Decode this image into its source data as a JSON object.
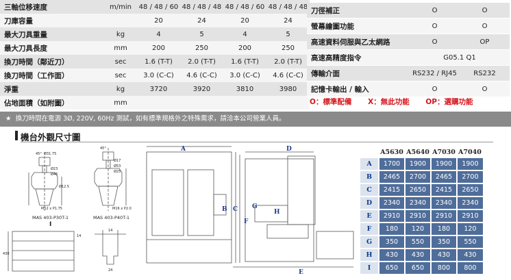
{
  "spec": {
    "rows": [
      {
        "label": "三軸位移速度",
        "unit": "m/min",
        "values": [
          "48 / 48 / 60",
          "48 / 48 / 48",
          "48 / 48 / 60",
          "48 / 48 / 48"
        ]
      },
      {
        "label": "刀庫容量",
        "unit": "",
        "values": [
          "20",
          "24",
          "20",
          "24"
        ]
      },
      {
        "label": "最大刀具重量",
        "unit": "kg",
        "values": [
          "4",
          "5",
          "4",
          "5"
        ]
      },
      {
        "label": "最大刀具長度",
        "unit": "mm",
        "values": [
          "200",
          "250",
          "200",
          "250"
        ]
      },
      {
        "label": "換刀時間（鄰近刀）",
        "unit": "sec",
        "values": [
          "1.6 (T-T)",
          "2.0 (T-T)",
          "1.6 (T-T)",
          "2.0 (T-T)"
        ]
      },
      {
        "label": "換刀時間（工作面）",
        "unit": "sec",
        "values": [
          "3.0 (C-C)",
          "4.6 (C-C)",
          "3.0 (C-C)",
          "4.6 (C-C)"
        ]
      },
      {
        "label": "淨重",
        "unit": "kg",
        "values": [
          "3720",
          "3920",
          "3810",
          "3980"
        ]
      },
      {
        "label": "佔地面積（如附圖）",
        "unit": "mm",
        "values": [
          "",
          "",
          "",
          ""
        ]
      }
    ]
  },
  "options": {
    "rows": [
      {
        "label": "刀徑補正",
        "values": [
          "O",
          "O"
        ]
      },
      {
        "label": "螢幕繪圖功能",
        "values": [
          "O",
          "O"
        ]
      },
      {
        "label": "高速資料伺服與乙太網路",
        "values": [
          "O",
          "OP"
        ]
      },
      {
        "label": "高速高精度指令",
        "span": "G05.1 Q1"
      },
      {
        "label": "傳輸介面",
        "values": [
          "RS232 / RJ45",
          "RS232"
        ]
      },
      {
        "label": "記憶卡輸出 / 輸入",
        "values": [
          "O",
          "O"
        ]
      }
    ],
    "legend": [
      "O：標準配備",
      "X：無此功能",
      "OP：選購功能"
    ]
  },
  "note": {
    "star": "★",
    "text": "換刀時間在電源 3Ø, 220V, 60Hz 測試，如有標準規格外之特殊需求，請洽本公司營業人員。"
  },
  "section_title": "機台外觀尺寸圖",
  "drawing": {
    "labels": {
      "holder1": "MAS 403-P30T-1",
      "holder2": "MAS 403-P40T-1",
      "roman1": "I",
      "A": "A",
      "B": "B",
      "C": "C",
      "D": "D",
      "E": "E",
      "F": "F",
      "G": "G",
      "H": "H",
      "d1": "45°",
      "d2": "Ø31.75",
      "d3": "Ø23",
      "d4": "Ø12.5",
      "d5": "Ø46",
      "d6": "M12 x P1.75",
      "d7": "45°",
      "d8": "Ø53",
      "d9": "Ø17",
      "d10": "Ø25",
      "d11": "M16 x P2.0",
      "d12": "14",
      "d13": "24",
      "d14": "430",
      "d15": "14"
    }
  },
  "dims": {
    "headers": [
      "",
      "A5630",
      "A5640",
      "A7030",
      "A7040"
    ],
    "rows": [
      {
        "key": "A",
        "values": [
          "1700",
          "1900",
          "1900",
          "1900"
        ]
      },
      {
        "key": "B",
        "values": [
          "2465",
          "2700",
          "2465",
          "2700"
        ]
      },
      {
        "key": "C",
        "values": [
          "2415",
          "2650",
          "2415",
          "2650"
        ]
      },
      {
        "key": "D",
        "values": [
          "2340",
          "2340",
          "2340",
          "2340"
        ]
      },
      {
        "key": "E",
        "values": [
          "2910",
          "2910",
          "2910",
          "2910"
        ]
      },
      {
        "key": "F",
        "values": [
          "180",
          "120",
          "180",
          "120"
        ]
      },
      {
        "key": "G",
        "values": [
          "350",
          "550",
          "350",
          "550"
        ]
      },
      {
        "key": "H",
        "values": [
          "430",
          "430",
          "430",
          "430"
        ]
      },
      {
        "key": "I",
        "values": [
          "650",
          "650",
          "800",
          "800"
        ]
      }
    ]
  }
}
